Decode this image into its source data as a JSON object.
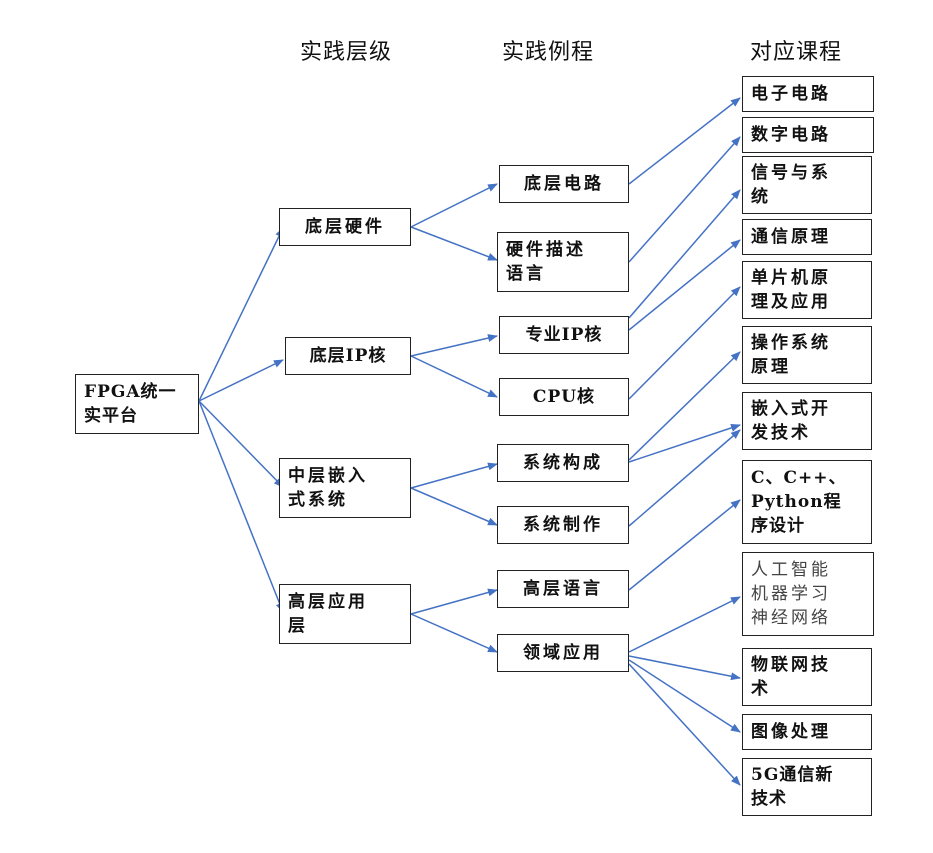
{
  "headers": {
    "level": "实践层级",
    "example": "实践例程",
    "course": "对应课程"
  },
  "root": "FPGA统一\n实平台",
  "levels": [
    "底层硬件",
    "底层IP核",
    "中层嵌入\n式系统",
    "高层应用\n层"
  ],
  "examples": [
    "底层电路",
    "硬件描述\n语言",
    "专业IP核",
    "CPU核",
    "系统构成",
    "系统制作",
    "高层语言",
    "领域应用"
  ],
  "courses": [
    "电子电路",
    "数字电路",
    "信号与系\n统",
    "通信原理",
    "单片机原\n理及应用",
    "操作系统\n原理",
    "嵌入式开\n发技术",
    "C、C++、\nPython程\n序设计",
    "人工智能\n机器学习\n神经网络",
    "物联网技\n术",
    "图像处理",
    "5G通信新\n技术"
  ],
  "colors": {
    "arrow": "#4472C4",
    "border": "#222222"
  }
}
